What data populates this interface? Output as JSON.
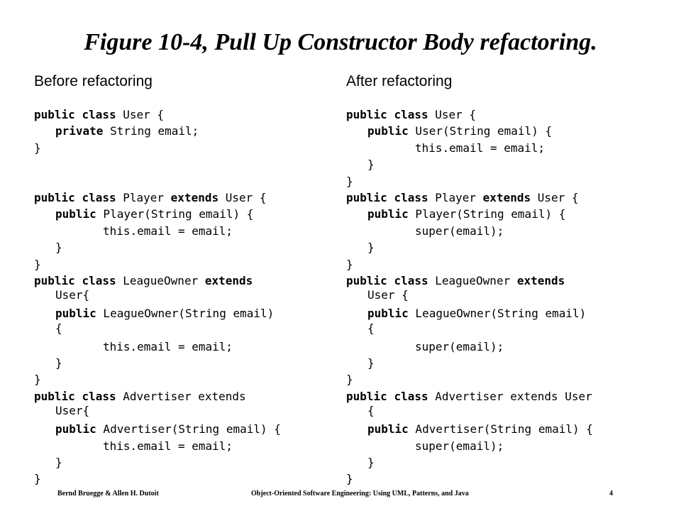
{
  "slide": {
    "title": "Figure 10-4, Pull Up Constructor Body refactoring.",
    "left_heading": "Before refactoring",
    "right_heading": "After refactoring"
  },
  "before_code": [
    {
      "indent": 0,
      "parts": [
        [
          "kw",
          "public"
        ],
        [
          "t",
          " "
        ],
        [
          "kw",
          "class"
        ],
        [
          "t",
          " User {"
        ]
      ]
    },
    {
      "indent": 1,
      "parts": [
        [
          "kw",
          "private"
        ],
        [
          "t",
          " String email;"
        ]
      ]
    },
    {
      "indent": 0,
      "parts": [
        [
          "t",
          "}"
        ]
      ]
    },
    {
      "indent": 0,
      "blank": true,
      "parts": []
    },
    {
      "indent": 0,
      "blank": true,
      "parts": []
    },
    {
      "indent": 0,
      "parts": [
        [
          "kw",
          "public"
        ],
        [
          "t",
          " "
        ],
        [
          "kw",
          "class"
        ],
        [
          "t",
          " Player "
        ],
        [
          "kw",
          "extends"
        ],
        [
          "t",
          " User {"
        ]
      ]
    },
    {
      "indent": 1,
      "parts": [
        [
          "kw",
          "public"
        ],
        [
          "t",
          " Player(String email) {"
        ]
      ]
    },
    {
      "indent": 2,
      "parts": [
        [
          "t",
          "this.email = email;"
        ]
      ]
    },
    {
      "indent": 1,
      "parts": [
        [
          "t",
          "}"
        ]
      ]
    },
    {
      "indent": 0,
      "parts": [
        [
          "t",
          "}"
        ]
      ]
    },
    {
      "indent": 0,
      "parts": [
        [
          "kw",
          "public"
        ],
        [
          "t",
          " "
        ],
        [
          "kw",
          "class"
        ],
        [
          "t",
          " LeagueOwner "
        ],
        [
          "kw",
          "extends"
        ]
      ]
    },
    {
      "indent": 1,
      "wrap": true,
      "parts": [
        [
          "t",
          "User{"
        ]
      ]
    },
    {
      "indent": 1,
      "after_wrap": true,
      "parts": [
        [
          "kw",
          "public"
        ],
        [
          "t",
          " LeagueOwner(String email)"
        ]
      ]
    },
    {
      "indent": 1,
      "wrap": true,
      "parts": [
        [
          "t",
          "{"
        ]
      ]
    },
    {
      "indent": 2,
      "after_wrap": true,
      "parts": [
        [
          "t",
          "this.email = email;"
        ]
      ]
    },
    {
      "indent": 1,
      "parts": [
        [
          "t",
          "}"
        ]
      ]
    },
    {
      "indent": 0,
      "parts": [
        [
          "t",
          "}"
        ]
      ]
    },
    {
      "indent": 0,
      "parts": [
        [
          "kw",
          "public"
        ],
        [
          "t",
          " "
        ],
        [
          "kw",
          "class"
        ],
        [
          "t",
          " Advertiser extends"
        ]
      ]
    },
    {
      "indent": 1,
      "wrap": true,
      "parts": [
        [
          "t",
          "User{"
        ]
      ]
    },
    {
      "indent": 1,
      "after_wrap": true,
      "parts": [
        [
          "kw",
          "public"
        ],
        [
          "t",
          " Advertiser(String email) {"
        ]
      ]
    },
    {
      "indent": 2,
      "parts": [
        [
          "t",
          "this.email = email;"
        ]
      ]
    },
    {
      "indent": 1,
      "parts": [
        [
          "t",
          "}"
        ]
      ]
    },
    {
      "indent": 0,
      "parts": [
        [
          "t",
          "}"
        ]
      ]
    }
  ],
  "after_code": [
    {
      "indent": 0,
      "parts": [
        [
          "kw",
          "public"
        ],
        [
          "t",
          " "
        ],
        [
          "kw",
          "class"
        ],
        [
          "t",
          " User {"
        ]
      ]
    },
    {
      "indent": 1,
      "parts": [
        [
          "kw",
          "public"
        ],
        [
          "t",
          " User(String email) {"
        ]
      ]
    },
    {
      "indent": 2,
      "parts": [
        [
          "t",
          "this.email = email;"
        ]
      ]
    },
    {
      "indent": 1,
      "parts": [
        [
          "t",
          "}"
        ]
      ]
    },
    {
      "indent": 0,
      "parts": [
        [
          "t",
          "}"
        ]
      ]
    },
    {
      "indent": 0,
      "parts": [
        [
          "kw",
          "public"
        ],
        [
          "t",
          " "
        ],
        [
          "kw",
          "class"
        ],
        [
          "t",
          " Player "
        ],
        [
          "kw",
          "extends"
        ],
        [
          "t",
          " User {"
        ]
      ]
    },
    {
      "indent": 1,
      "parts": [
        [
          "kw",
          "public"
        ],
        [
          "t",
          " Player(String email) {"
        ]
      ]
    },
    {
      "indent": 2,
      "parts": [
        [
          "t",
          "super(email);"
        ]
      ]
    },
    {
      "indent": 1,
      "parts": [
        [
          "t",
          "}"
        ]
      ]
    },
    {
      "indent": 0,
      "parts": [
        [
          "t",
          "}"
        ]
      ]
    },
    {
      "indent": 0,
      "parts": [
        [
          "kw",
          "public"
        ],
        [
          "t",
          " "
        ],
        [
          "kw",
          "class"
        ],
        [
          "t",
          " LeagueOwner "
        ],
        [
          "kw",
          "extends"
        ]
      ]
    },
    {
      "indent": 1,
      "wrap": true,
      "parts": [
        [
          "t",
          "User {"
        ]
      ]
    },
    {
      "indent": 1,
      "after_wrap": true,
      "parts": [
        [
          "kw",
          "public"
        ],
        [
          "t",
          " LeagueOwner(String email)"
        ]
      ]
    },
    {
      "indent": 1,
      "wrap": true,
      "parts": [
        [
          "t",
          "{"
        ]
      ]
    },
    {
      "indent": 2,
      "after_wrap": true,
      "parts": [
        [
          "t",
          "super(email);"
        ]
      ]
    },
    {
      "indent": 1,
      "parts": [
        [
          "t",
          "}"
        ]
      ]
    },
    {
      "indent": 0,
      "parts": [
        [
          "t",
          "}"
        ]
      ]
    },
    {
      "indent": 0,
      "parts": [
        [
          "kw",
          "public"
        ],
        [
          "t",
          " "
        ],
        [
          "kw",
          "class"
        ],
        [
          "t",
          " Advertiser extends User"
        ]
      ]
    },
    {
      "indent": 1,
      "wrap": true,
      "parts": [
        [
          "t",
          "{"
        ]
      ]
    },
    {
      "indent": 1,
      "after_wrap": true,
      "parts": [
        [
          "kw",
          "public"
        ],
        [
          "t",
          " Advertiser(String email) {"
        ]
      ]
    },
    {
      "indent": 2,
      "parts": [
        [
          "t",
          "super(email);"
        ]
      ]
    },
    {
      "indent": 1,
      "parts": [
        [
          "t",
          "}"
        ]
      ]
    },
    {
      "indent": 0,
      "parts": [
        [
          "t",
          "}"
        ]
      ]
    }
  ],
  "footer": {
    "authors": "Bernd Bruegge & Allen H. Dutoit",
    "book": "Object-Oriented Software Engineering: Using UML, Patterns, and Java",
    "page": "4"
  }
}
